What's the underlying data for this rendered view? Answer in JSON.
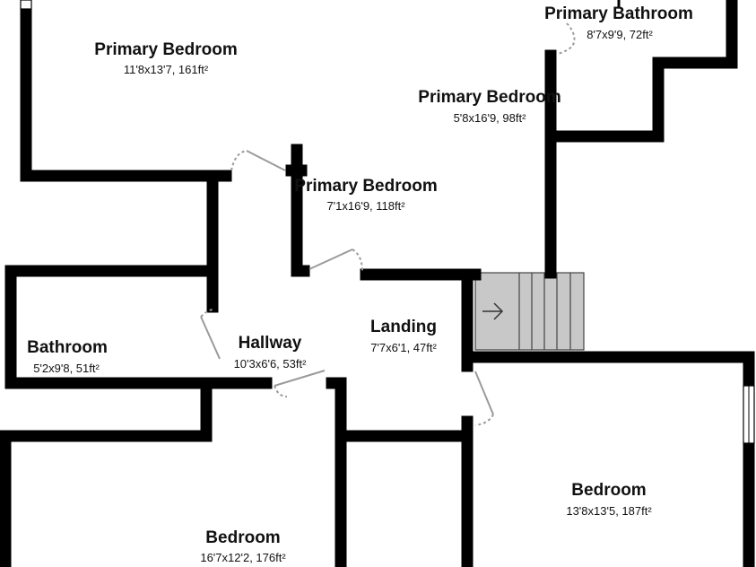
{
  "rooms": {
    "primary_bathroom": {
      "name": "Primary Bathroom",
      "dims": "8'7x9'9, 72ft²"
    },
    "primary_bedroom_main": {
      "name": "Primary Bedroom",
      "dims": "11'8x13'7, 161ft²"
    },
    "primary_bedroom_east": {
      "name": "Primary Bedroom",
      "dims": "5'8x16'9, 98ft²"
    },
    "primary_bedroom_center": {
      "name": "Primary Bedroom",
      "dims": "7'1x16'9, 118ft²"
    },
    "bathroom": {
      "name": "Bathroom",
      "dims": "5'2x9'8, 51ft²"
    },
    "hallway": {
      "name": "Hallway",
      "dims": "10'3x6'6, 53ft²"
    },
    "landing": {
      "name": "Landing",
      "dims": "7'7x6'1, 47ft²"
    },
    "bedroom_east": {
      "name": "Bedroom",
      "dims": "13'8x13'5, 187ft²"
    },
    "bedroom_southwest": {
      "name": "Bedroom",
      "dims": "16'7x12'2, 176ft²"
    }
  },
  "colors": {
    "wall": "#000000",
    "stairs": "#c8c8c8",
    "door": "#9a9a9a",
    "background": "#ffffff"
  },
  "icons": {
    "stair_direction": "arrow-right-icon"
  }
}
